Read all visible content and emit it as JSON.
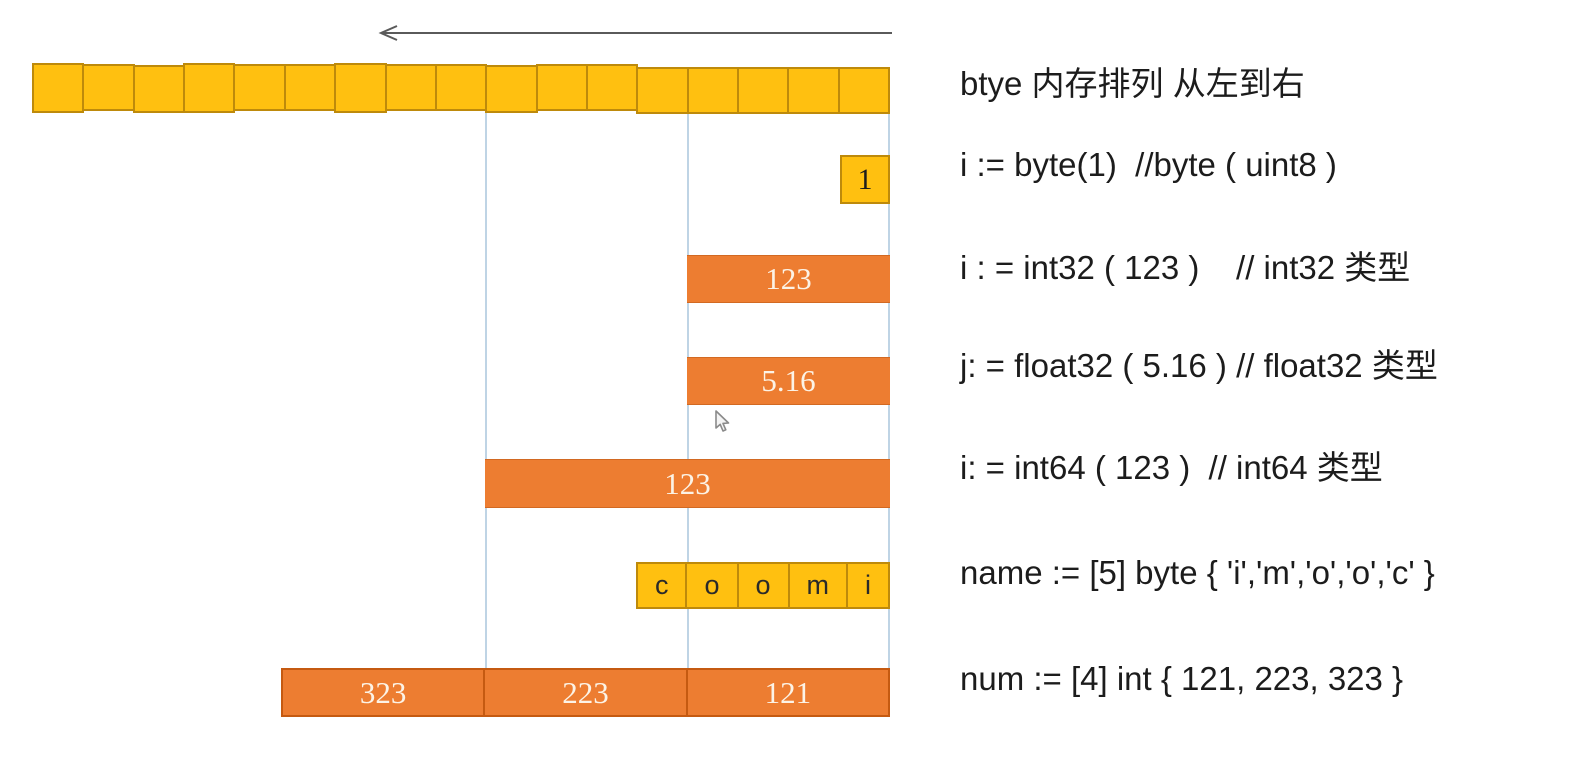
{
  "diagram": {
    "arrow_direction": "left",
    "byte_cell_count": 17,
    "byte_value": {
      "label": "1"
    },
    "int32_bar": {
      "label": "123"
    },
    "float32_bar": {
      "label": "5.16"
    },
    "int64_bar": {
      "label": "123"
    },
    "name_cells": {
      "letters": [
        "c",
        "o",
        "o",
        "m",
        "i"
      ]
    },
    "num_segments": {
      "values": [
        "323",
        "223",
        "121"
      ]
    }
  },
  "notes": {
    "title": "btye 内存排列 从左到右",
    "byte": "i := byte(1)  //byte ( uint8 )",
    "int32": "i : = int32 ( 123 )    // int32 类型",
    "float32": "j: = float32 ( 5.16 ) // float32 类型",
    "int64": "i: = int64 ( 123 )  // int64 类型",
    "name": "name := [5] byte { 'i','m','o','o','c' }",
    "num": "num := [4] int { 121, 223, 323 }"
  },
  "colors": {
    "cell_fill": "#FFC010",
    "cell_border": "#BE8A0B",
    "bar_fill": "#ED7D31",
    "bar_border": "#C55A11",
    "bar_text": "#FCF3E6",
    "gridline": "#BFD4E5",
    "arrow": "#5A5A5A",
    "text": "#1C1C1C",
    "background": "#FFFFFF"
  }
}
